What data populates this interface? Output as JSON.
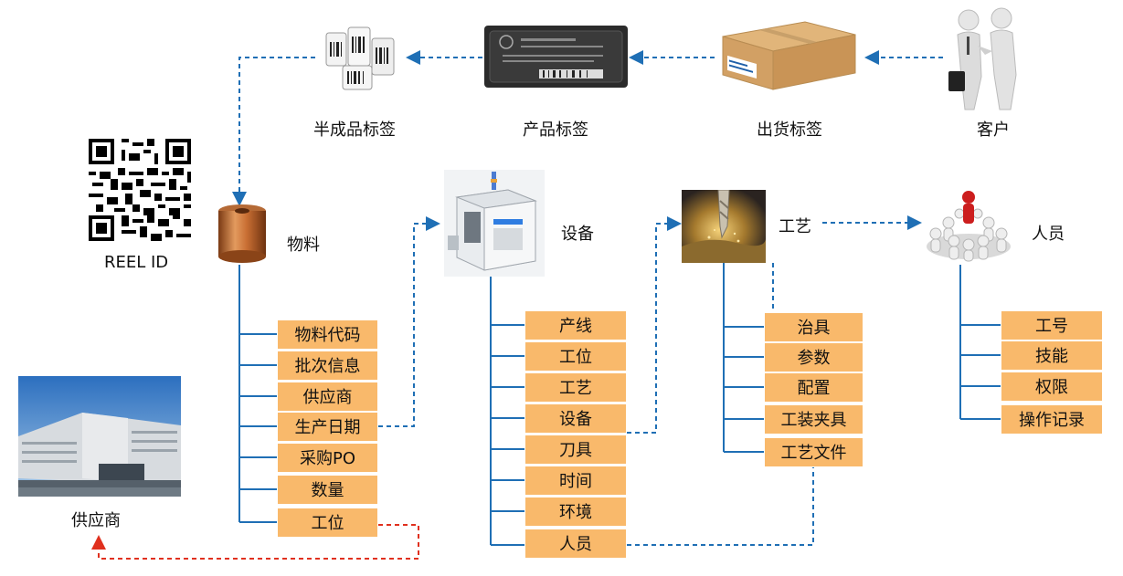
{
  "labels": {
    "semi_label": "半成品标签",
    "product_label": "产品标签",
    "shipping_label": "出货标签",
    "customer": "客户",
    "reel_id": "REEL ID",
    "material": "物料",
    "equipment": "设备",
    "process": "工艺",
    "personnel": "人员",
    "supplier": "供应商"
  },
  "material_items": [
    "物料代码",
    "批次信息",
    "供应商",
    "生产日期",
    "采购PO",
    "数量",
    "工位"
  ],
  "equipment_items": [
    "产线",
    "工位",
    "工艺",
    "设备",
    "刀具",
    "时间",
    "环境",
    "人员"
  ],
  "process_items": [
    "治具",
    "参数",
    "配置",
    "工装夹具",
    "工艺文件"
  ],
  "personnel_items": [
    "工号",
    "技能",
    "权限",
    "操作记录"
  ],
  "colors": {
    "box_fill": "#f9b96b",
    "tree_line": "#1f6fb5",
    "dashed_blue": "#1f6fb5",
    "dashed_red": "#e0301e"
  },
  "icons": [
    "barcode-rolls-icon",
    "power-adapter-icon",
    "shipping-box-icon",
    "handshake-people-icon",
    "qr-code-icon",
    "copper-reel-icon",
    "smt-machine-icon",
    "drill-process-icon",
    "people-circle-icon",
    "factory-building-icon"
  ]
}
